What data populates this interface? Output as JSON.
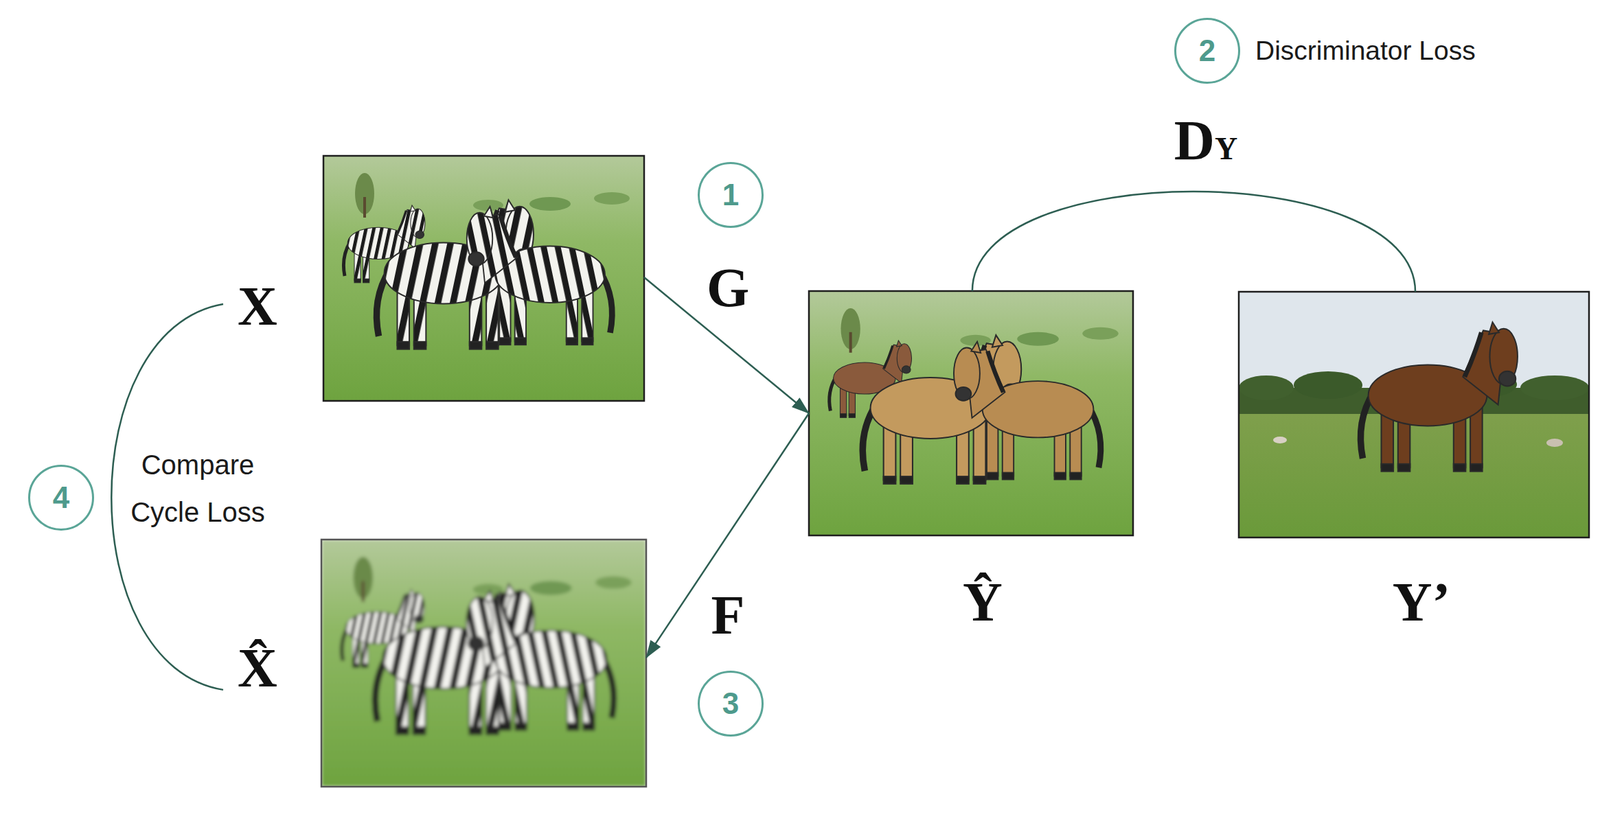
{
  "diagram": {
    "nodes": [
      {
        "text": [
          "X"
        ]
      },
      {
        "text": [
          "1"
        ]
      },
      {
        "text": [
          "2"
        ]
      },
      {
        "text": [
          "Ŷ"
        ]
      },
      {
        "text": [
          "Y’"
        ]
      },
      {
        "text": [
          "X̂"
        ]
      },
      {
        "text": [
          "3"
        ]
      },
      {
        "text": [
          "4"
        ]
      }
    ],
    "edges": [
      {
        "from": 0,
        "to": 3,
        "arrow": "to",
        "label": "G"
      },
      {
        "from": 3,
        "to": 5,
        "arrow": "to",
        "label": "F"
      },
      {
        "from": 3,
        "to": 4,
        "arrow": "none",
        "label": "DY"
      },
      {
        "from": 0,
        "to": 5,
        "arrow": "none",
        "label": "Compare Cycle Loss"
      }
    ],
    "labels": [
      "Discriminator Loss"
    ]
  }
}
